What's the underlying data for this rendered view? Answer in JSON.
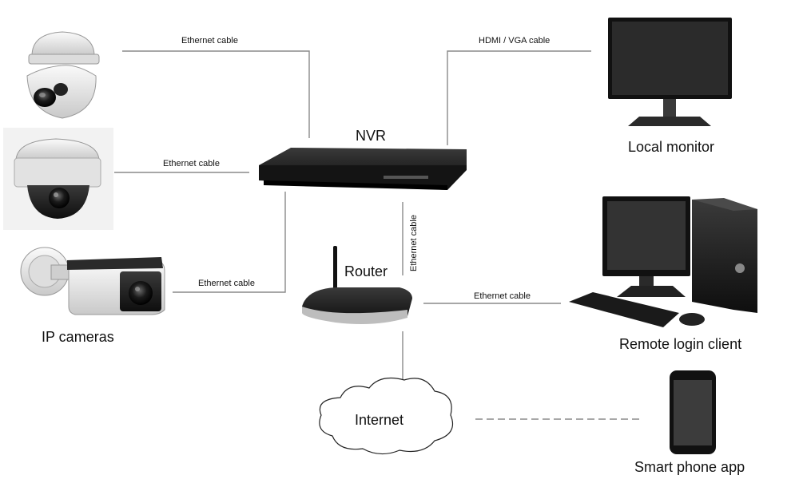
{
  "nodes": {
    "nvr": "NVR",
    "router": "Router",
    "local_monitor": "Local monitor",
    "ip_cameras": "IP cameras",
    "remote_client": "Remote login client",
    "internet": "Internet",
    "smartphone": "Smart phone app"
  },
  "links": {
    "cam1_to_nvr": "Ethernet cable",
    "cam2_to_nvr": "Ethernet cable",
    "cam3_to_router": "Ethernet cable",
    "nvr_to_router": "Ethernet cable",
    "router_to_client": "Ethernet cable",
    "nvr_to_monitor": "HDMI / VGA cable"
  },
  "colors": {
    "line": "#8a8a8a",
    "device_dark": "#1c1c1c",
    "device_light": "#e6e6e6"
  }
}
